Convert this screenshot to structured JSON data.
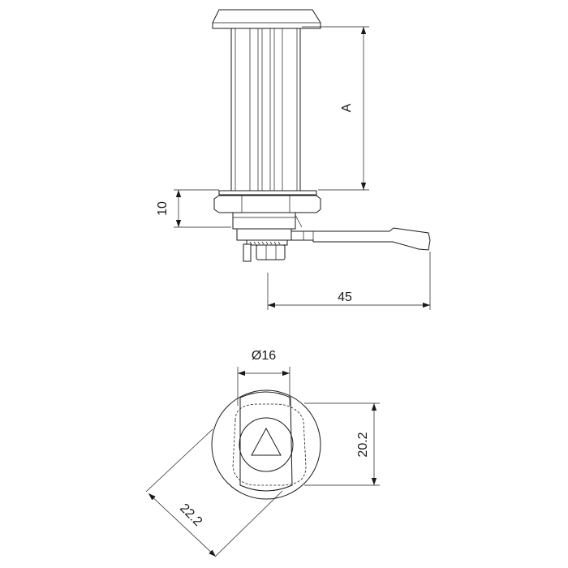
{
  "dimensions": {
    "a_label": "A",
    "d10_label": "10",
    "d45_label": "45",
    "dia16_label": "Ø16",
    "d20_label": "20.2",
    "d22_label": "22.2"
  },
  "colors": {
    "line": "#1a1a1a",
    "background": "#ffffff"
  }
}
